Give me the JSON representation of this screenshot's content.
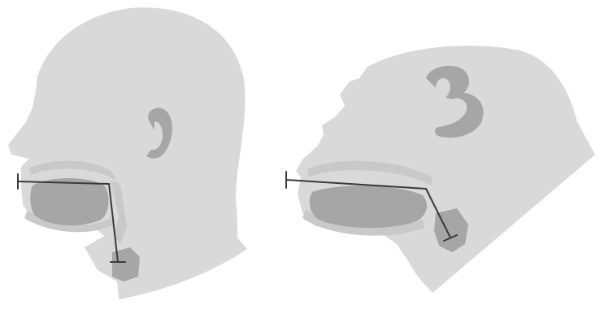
{
  "diagram": {
    "panels": [
      {
        "subject": "human",
        "view": "lateral"
      },
      {
        "subject": "chimpanzee",
        "view": "lateral"
      }
    ],
    "colors": {
      "background": "#ffffff",
      "head": "#d9d9d9",
      "oral_cavity_lining": "#c9c9c9",
      "tongue": "#a6a6a6",
      "ear": "#a6a6a6",
      "larynx": "#a6a6a6",
      "measurement_line": "#3a3a3a"
    },
    "icons": [
      "ear-shape",
      "tongue-shape",
      "larynx-shape",
      "vocal-tract-line"
    ]
  }
}
